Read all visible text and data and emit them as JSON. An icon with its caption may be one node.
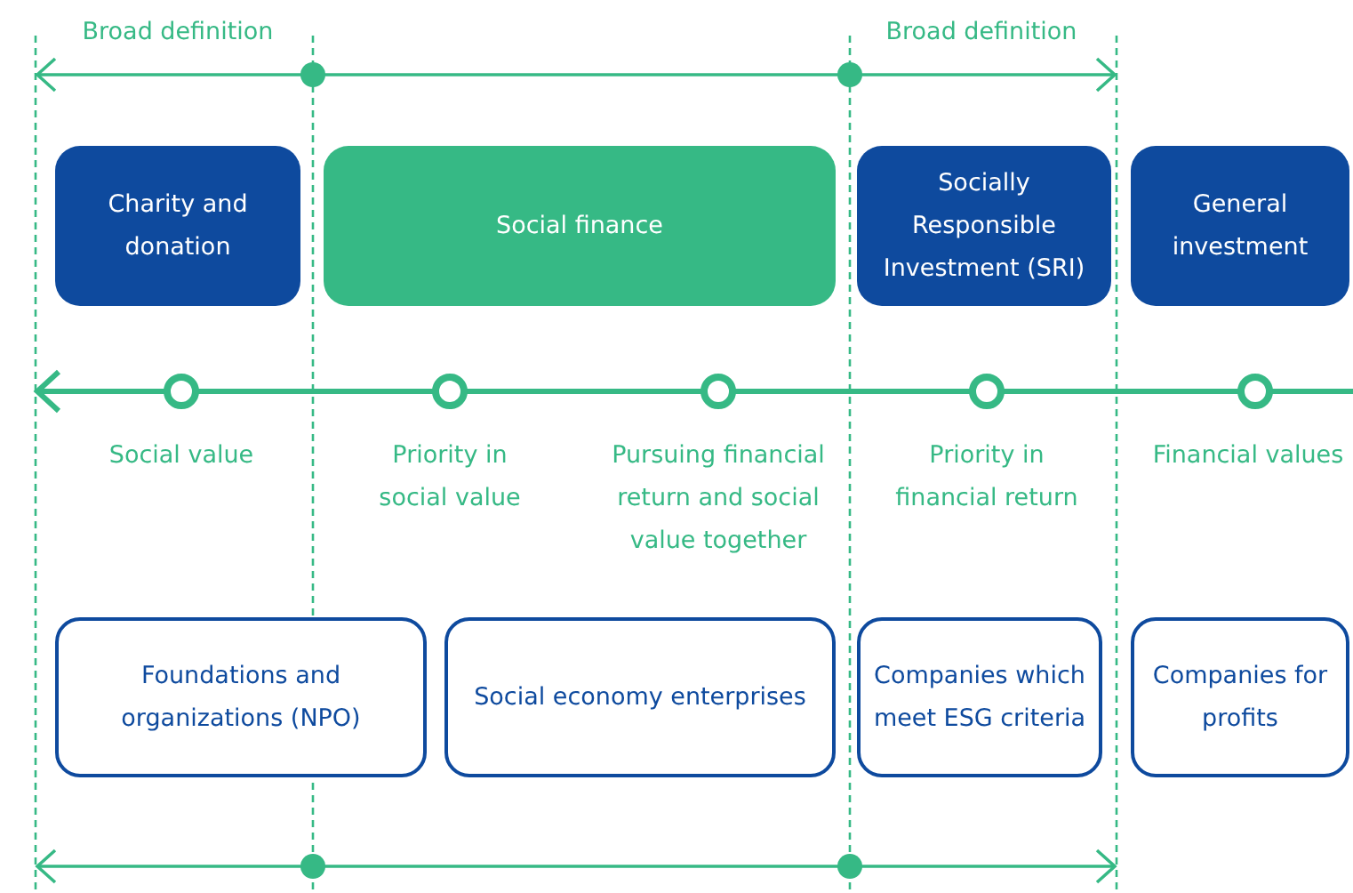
{
  "diagram": {
    "nodes": [
      {
        "text": [
          "Charity and donation"
        ]
      },
      {
        "text": [
          "Social finance"
        ]
      },
      {
        "text": [
          "Socially Responsible Investment (SRI)"
        ]
      },
      {
        "text": [
          "General investment"
        ]
      },
      {
        "text": [
          "Foundations and organizations (NPO)"
        ]
      },
      {
        "text": [
          "Social economy enterprises"
        ]
      },
      {
        "text": [
          "Companies which meet ESG criteria"
        ]
      },
      {
        "text": [
          "Companies for profits"
        ]
      }
    ],
    "edges": [],
    "labels": [
      "Broad definition",
      "Broad definition",
      "Social value",
      "Priority in social value",
      "Pursuing financial return and social value together",
      "Priority in financial return",
      "Financial values"
    ]
  }
}
